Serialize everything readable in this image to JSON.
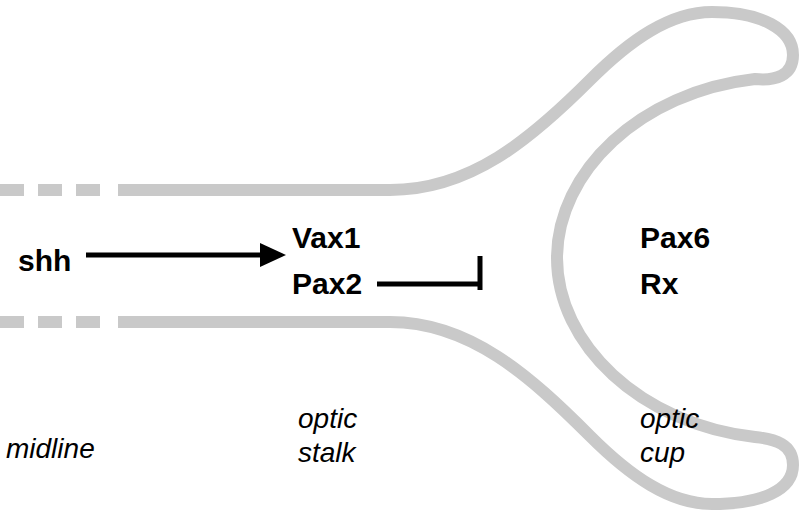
{
  "diagram": {
    "nodes": [
      {
        "text": [
          "shh"
        ]
      },
      {
        "text": [
          "Vax1",
          "Pax2"
        ]
      },
      {
        "text": [
          "Pax6",
          "Rx"
        ]
      }
    ],
    "edges": [
      {
        "from": 0,
        "to": 1,
        "arrow": "to"
      },
      {
        "from": 1,
        "to": 2,
        "arrow": "to"
      }
    ],
    "labels": [
      "midline",
      "optic stalk",
      "optic cup"
    ]
  }
}
